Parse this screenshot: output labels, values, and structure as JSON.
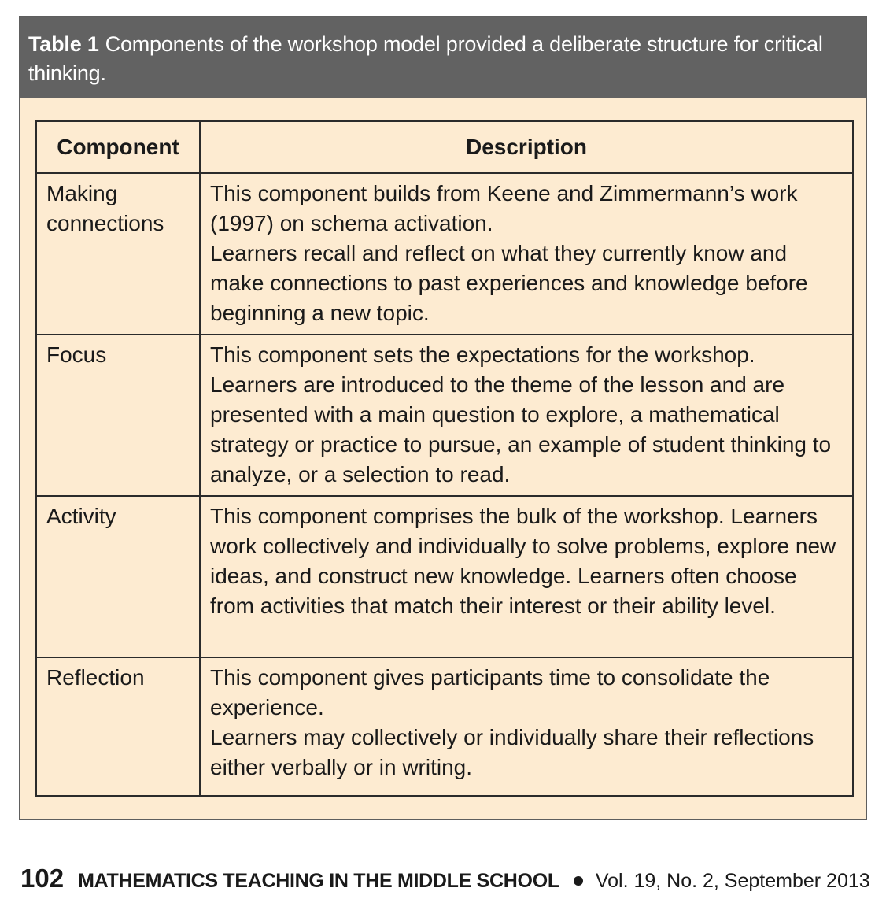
{
  "caption": {
    "label": "Table 1",
    "text": "Components of the workshop model provided a deliberate structure for critical thinking."
  },
  "table": {
    "headers": [
      "Component",
      "Description"
    ],
    "rows": [
      {
        "component": [
          "Making",
          "connections"
        ],
        "description": [
          "This component builds from Keene and Zimmermann’s work (1997) on schema activation.",
          "Learners recall and reflect on what they currently know and make connections to past experiences and knowledge before beginning a new topic."
        ]
      },
      {
        "component": [
          "Focus"
        ],
        "description": [
          "This component sets the expectations for the workshop. Learners are introduced to the theme of the lesson and are presented with a main question to explore, a mathematical strategy or practice to pursue, an example of student thinking to analyze, or a selection to read."
        ]
      },
      {
        "component": [
          "Activity"
        ],
        "description": [
          "This component comprises the bulk of the workshop. Learners work collectively and individually to solve problems, explore new ideas, and construct new knowledge. Learners often choose from activities that match their interest or their ability level."
        ]
      },
      {
        "component": [
          "Reflection"
        ],
        "description": [
          "This component gives participants time to consolidate the experience.",
          "Learners may collectively or individually share their reflections either verbally or in writing."
        ]
      }
    ]
  },
  "footer": {
    "page_number": "102",
    "journal": "MATHEMATICS TEACHING IN THE MIDDLE SCHOOL",
    "issue": "Vol. 19, No. 2, September 2013"
  },
  "colors": {
    "caption_bg": "#626262",
    "table_bg": "#fdebd1",
    "border": "#2b2b2b"
  }
}
